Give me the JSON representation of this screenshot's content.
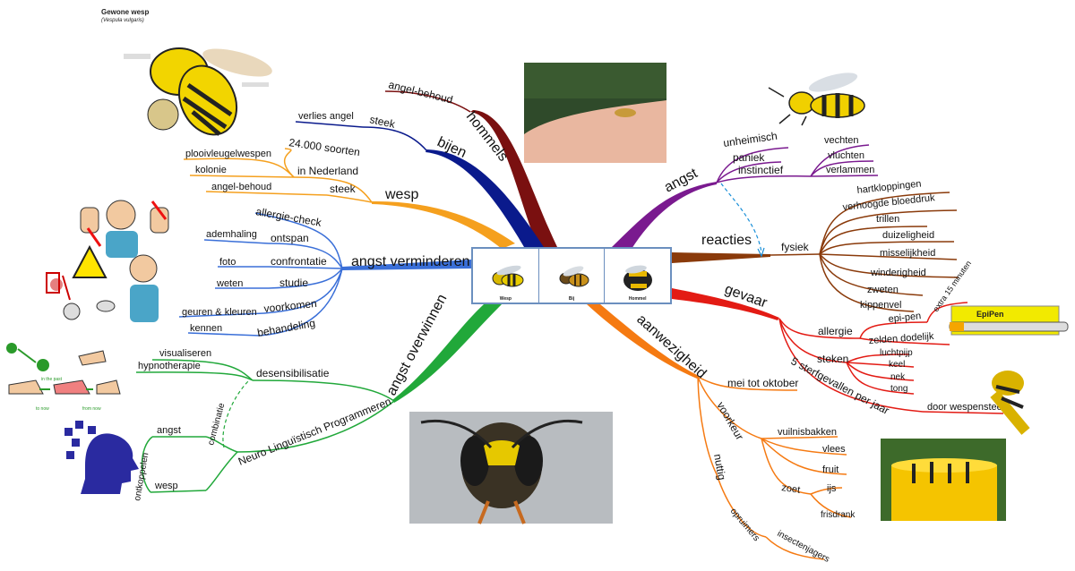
{
  "center": {
    "cells": [
      "Wesp",
      "Bij",
      "Hommel"
    ]
  },
  "infographic": {
    "title": "Gewone wesp",
    "subtitle": "(Vespula vulgaris)"
  },
  "branches": {
    "hommels": {
      "label": "hommels",
      "children": [
        "angel-behoud"
      ]
    },
    "bijen": {
      "label": "bijen",
      "child": "steek",
      "grandchild": "verlies angel"
    },
    "wesp": {
      "label": "wesp",
      "in_nl": "in Nederland",
      "in_nl_children": [
        "24.000 soorten",
        "plooivleugelwespen",
        "kolonie"
      ],
      "steek": "steek",
      "steek_child": "angel-behoud"
    },
    "angst_verminderen": {
      "label": "angst verminderen",
      "items": [
        "allergie-check",
        "ontspan",
        "confrontatie",
        "studie",
        "voorkomen",
        "behandeling"
      ],
      "ontspan_child": "ademhaling",
      "confrontatie_child": "foto",
      "studie_child": "weten",
      "voorkomen_child": "geuren & kleuren",
      "behandeling_child": "kennen"
    },
    "angst_overwinnen": {
      "label": "angst overwinnen",
      "desens": "desensibilisatie",
      "desens_children": [
        "visualiseren",
        "hypnotherapie"
      ],
      "nlp": "Neuro Linguïstisch Programmeren",
      "nlp_children": [
        "angst",
        "wesp"
      ],
      "combinatie": "combinatie",
      "ontkoppelen": "ontkoppelen"
    },
    "angst": {
      "label": "angst",
      "items": [
        "unheimisch",
        "paniek",
        "instinctief"
      ],
      "instinctief_children": [
        "vechten",
        "vluchten",
        "verlammen"
      ]
    },
    "reacties": {
      "label": "reacties",
      "fysiek": "fysiek",
      "fysiek_children": [
        "hartkloppingen",
        "verhoogde bloeddruk",
        "trillen",
        "duizeligheid",
        "misselijkheid",
        "winderigheid",
        "zweten",
        "kippenvel"
      ]
    },
    "gevaar": {
      "label": "gevaar",
      "allergie": "allergie",
      "allergie_children": [
        "epi-pen",
        "zelden dodelijk"
      ],
      "epipen_child": "extra 15 minuten",
      "steken": "steken",
      "steken_children": [
        "luchtpijp",
        "keel",
        "nek",
        "tong"
      ],
      "sterf": "5 sterfgevallen per jaar",
      "sterf_child": "door wespensteek"
    },
    "aanwezigheid": {
      "label": "aanwezigheid",
      "mei": "mei tot oktober",
      "voorkeur": "voorkeur",
      "voorkeur_children": [
        "vuilnisbakken",
        "vlees",
        "fruit"
      ],
      "zoet": "zoet",
      "zoet_children": [
        "ijs",
        "frisdrank"
      ],
      "nuttig": "nuttig",
      "opruimers": "opruimers",
      "opruimers_child": "insectenjagers"
    }
  },
  "desens_diagram": {
    "labels": [
      "in the past",
      "to now",
      "from now"
    ]
  },
  "epipen_label": "EpiPen",
  "colors": {
    "hommels": "#7a1010",
    "bijen": "#0a1a8c",
    "wesp": "#f5a01e",
    "verminderen": "#3a6fd8",
    "overwinnen": "#21a83a",
    "angst": "#7a1a8f",
    "reacties": "#8a3a0a",
    "gevaar": "#e31b14",
    "aanwezigheid": "#f57a12",
    "dashed": "#1a8fd8"
  }
}
